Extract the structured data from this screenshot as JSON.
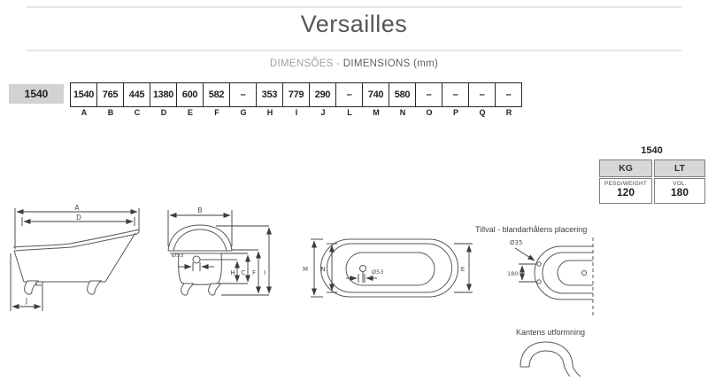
{
  "title": "Versailles",
  "dims_header": {
    "part1": "DIMENSÕES - ",
    "part2": "DIMENSIONS (mm)"
  },
  "dims": {
    "row_label": "1540",
    "columns": [
      "A",
      "B",
      "C",
      "D",
      "E",
      "F",
      "G",
      "H",
      "I",
      "J",
      "L",
      "M",
      "N",
      "O",
      "P",
      "Q",
      "R"
    ],
    "values": [
      "1540",
      "765",
      "445",
      "1380",
      "600",
      "582",
      "–",
      "353",
      "779",
      "290",
      "–",
      "740",
      "580",
      "–",
      "–",
      "–",
      "–"
    ]
  },
  "spec": {
    "model": "1540",
    "weight": {
      "header": "KG",
      "sublabel": "PESO/WEIGHT",
      "value": "120"
    },
    "volume": {
      "header": "LT",
      "sublabel": "VOL.",
      "value": "180"
    }
  },
  "drawings": {
    "side": {
      "overall_length": "A",
      "inner_length": "D",
      "drain_offset": "J"
    },
    "end": {
      "width": "B",
      "drain": "Ø53",
      "h": "H",
      "c": "C",
      "f": "F",
      "i": "I"
    },
    "top": {
      "m": "M",
      "n": "N",
      "e": "E",
      "drain": "Ø53"
    },
    "faucet": {
      "title": "Tillval - blandarhålens placering",
      "hole": "Ø35",
      "spacing": "180"
    },
    "edge": {
      "title": "Kantens utformning"
    }
  }
}
